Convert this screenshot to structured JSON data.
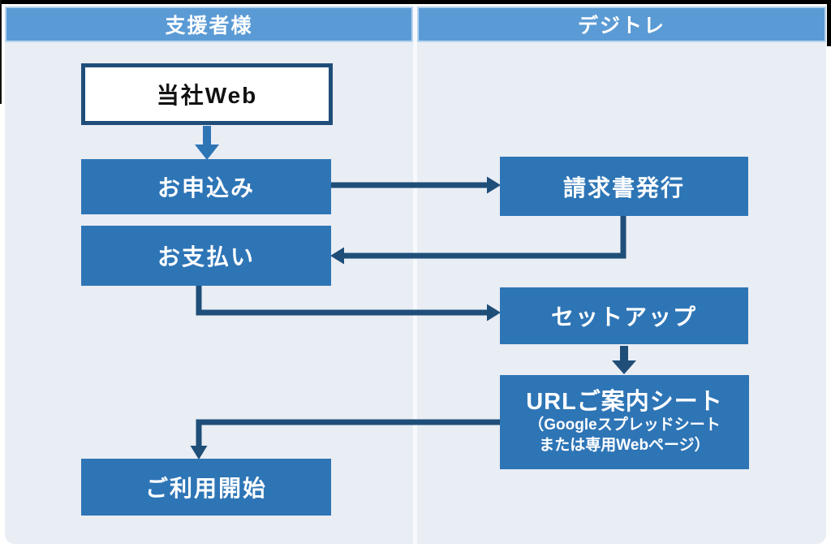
{
  "columns": [
    {
      "label": "支援者様"
    },
    {
      "label": "デジトレ"
    }
  ],
  "nodes": {
    "company_web": {
      "label": "当社Web"
    },
    "apply": {
      "label": "お申込み"
    },
    "invoice": {
      "label": "請求書発行"
    },
    "payment": {
      "label": "お支払い"
    },
    "setup": {
      "label": "セットアップ"
    },
    "url_sheet": {
      "label": "URLご案内シート",
      "note_line1": "（Googleスプレッドシート",
      "note_line2": "または専用Webページ）"
    },
    "start_use": {
      "label": "ご利用開始"
    }
  },
  "flow": {
    "edges": [
      {
        "from": "当社Web",
        "to": "お申込み"
      },
      {
        "from": "お申込み",
        "to": "請求書発行"
      },
      {
        "from": "請求書発行",
        "to": "お支払い"
      },
      {
        "from": "お支払い",
        "to": "セットアップ"
      },
      {
        "from": "セットアップ",
        "to": "URLご案内シート"
      },
      {
        "from": "URLご案内シート",
        "to": "ご利用開始"
      }
    ]
  },
  "colors": {
    "header_blue": "#5b9bd5",
    "box_blue": "#2e75b6",
    "connector_dark": "#1f4e79",
    "canvas_background": "#e9edf4",
    "white_box_border": "#1f4e79"
  }
}
